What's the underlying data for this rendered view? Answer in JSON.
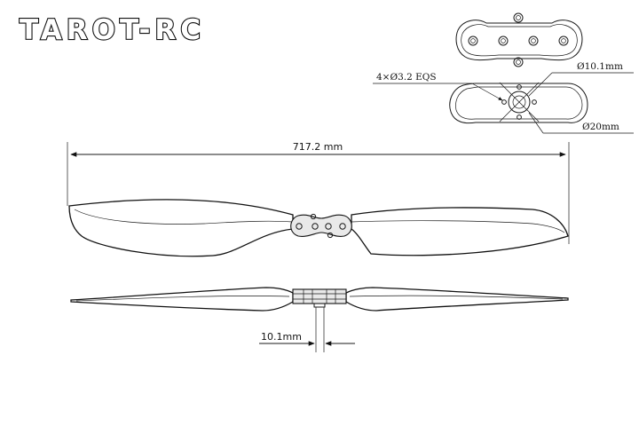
{
  "brand": {
    "logo_text": "TAROT-RC"
  },
  "top_view": {
    "span_label": "717.2 mm"
  },
  "side_view": {
    "thickness_label": "10.1mm"
  },
  "hub_detail": {
    "holes_label": "4×Ø3.2  EQS",
    "inner_diameter_label": "Ø10.1mm",
    "outer_diameter_label": "Ø20mm"
  }
}
